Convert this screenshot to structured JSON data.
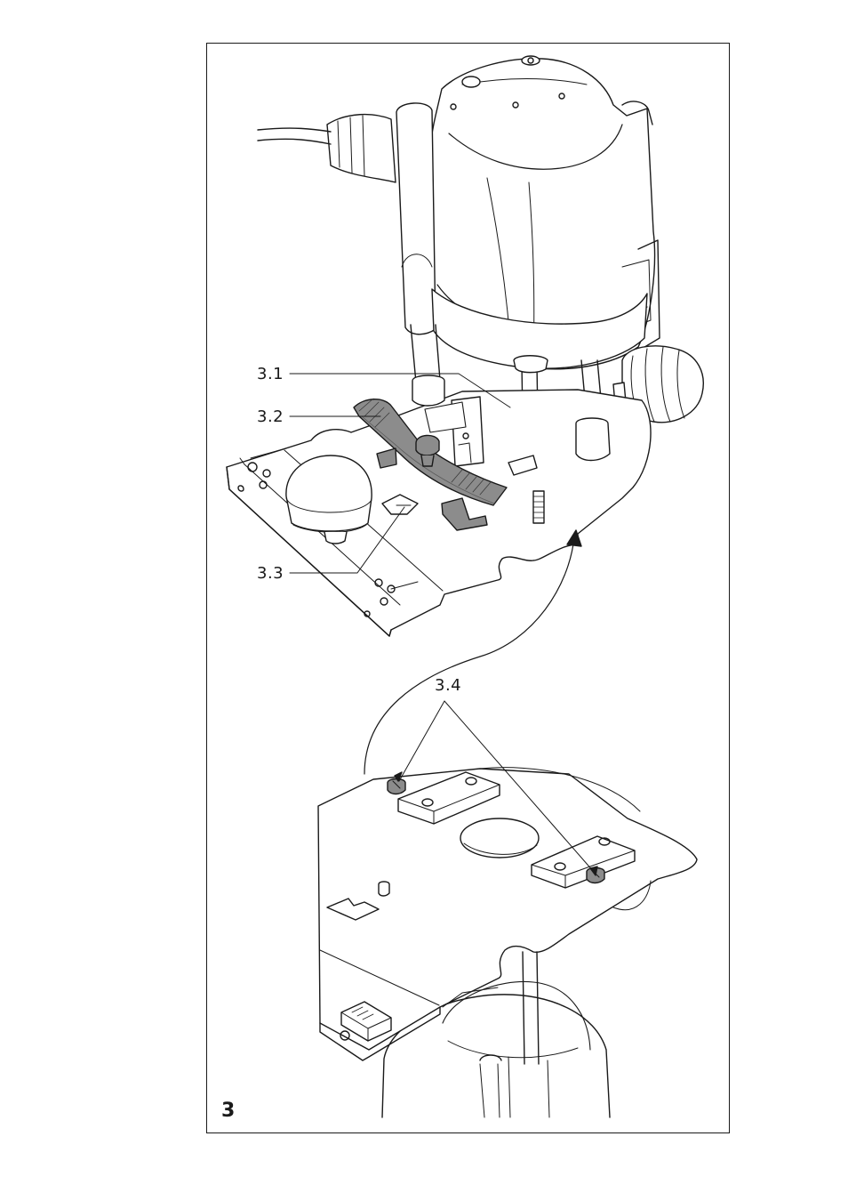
{
  "figure": {
    "number": "3",
    "callouts": {
      "c31": "3.1",
      "c32": "3.2",
      "c33": "3.3",
      "c34": "3.4"
    }
  },
  "colors": {
    "line": "#1a1a1a",
    "gray_part": "#8c8c8c",
    "light_gray_disc": "#d4d4d4",
    "background": "#ffffff"
  }
}
